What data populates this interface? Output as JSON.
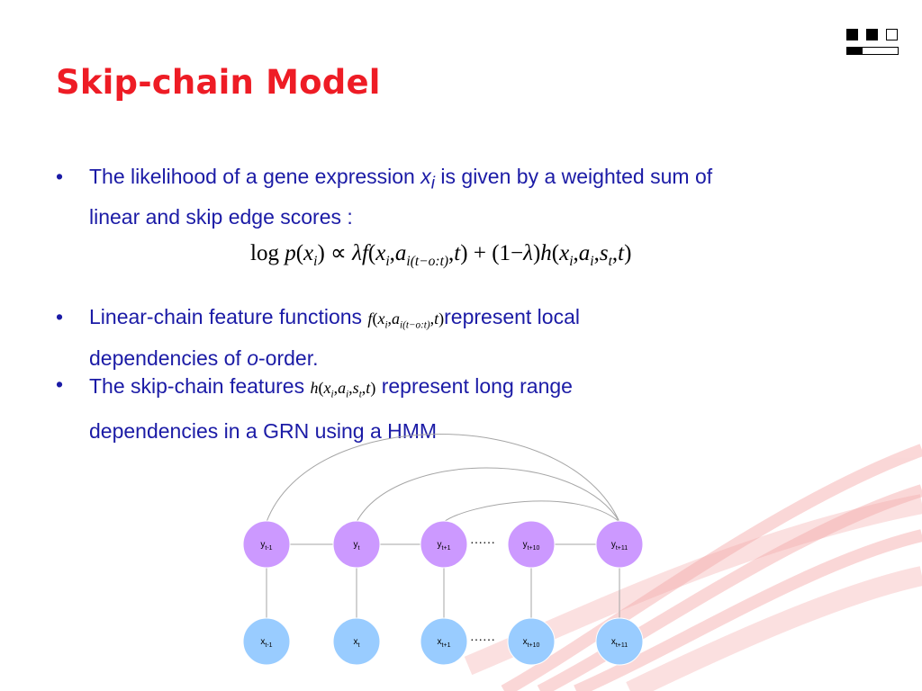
{
  "slide": {
    "title": "Skip-chain Model",
    "bullets": [
      {
        "text_before": "The likelihood of a gene expression ",
        "var": "x",
        "var_sub": "i",
        "text_after": " is given by a weighted sum of",
        "line2": "linear and skip edge scores :"
      },
      {
        "text_before": "Linear-chain feature functions ",
        "text_after": "represent local",
        "line2_before": "dependencies of ",
        "line2_var": "o",
        "line2_after": "-order."
      },
      {
        "text_before": "The skip-chain features ",
        "text_after": " represent long range",
        "line2": "dependencies in a GRN using a HMM"
      }
    ],
    "bullet_symbol": "•",
    "formula": {
      "log": "log",
      "p": "p",
      "x": "x",
      "i": "i",
      "propto": "∝",
      "lambda": "λ",
      "f": "f",
      "a": "a",
      "sub_range": "i(t−o:t)",
      "t": "t",
      "plus": "+",
      "one_minus": "(1−",
      "h": "h",
      "s": "s",
      "open": "(",
      "close": ")",
      "comma": ","
    }
  },
  "diagram": {
    "hidden_label": "y",
    "observed_label": "x",
    "subscripts": [
      "t-1",
      "t",
      "t+1",
      "t+10",
      "t+11"
    ],
    "ellipsis": "……",
    "colors": {
      "hidden_fill": "#cc99ff",
      "observed_fill": "#99ccff",
      "edge": "#a6a6a6",
      "skip_edge": "#a6a6a6"
    }
  },
  "colors": {
    "title": "#ee1c25",
    "body_text": "#1b1ba6",
    "swoosh": "#f4a7a7"
  }
}
